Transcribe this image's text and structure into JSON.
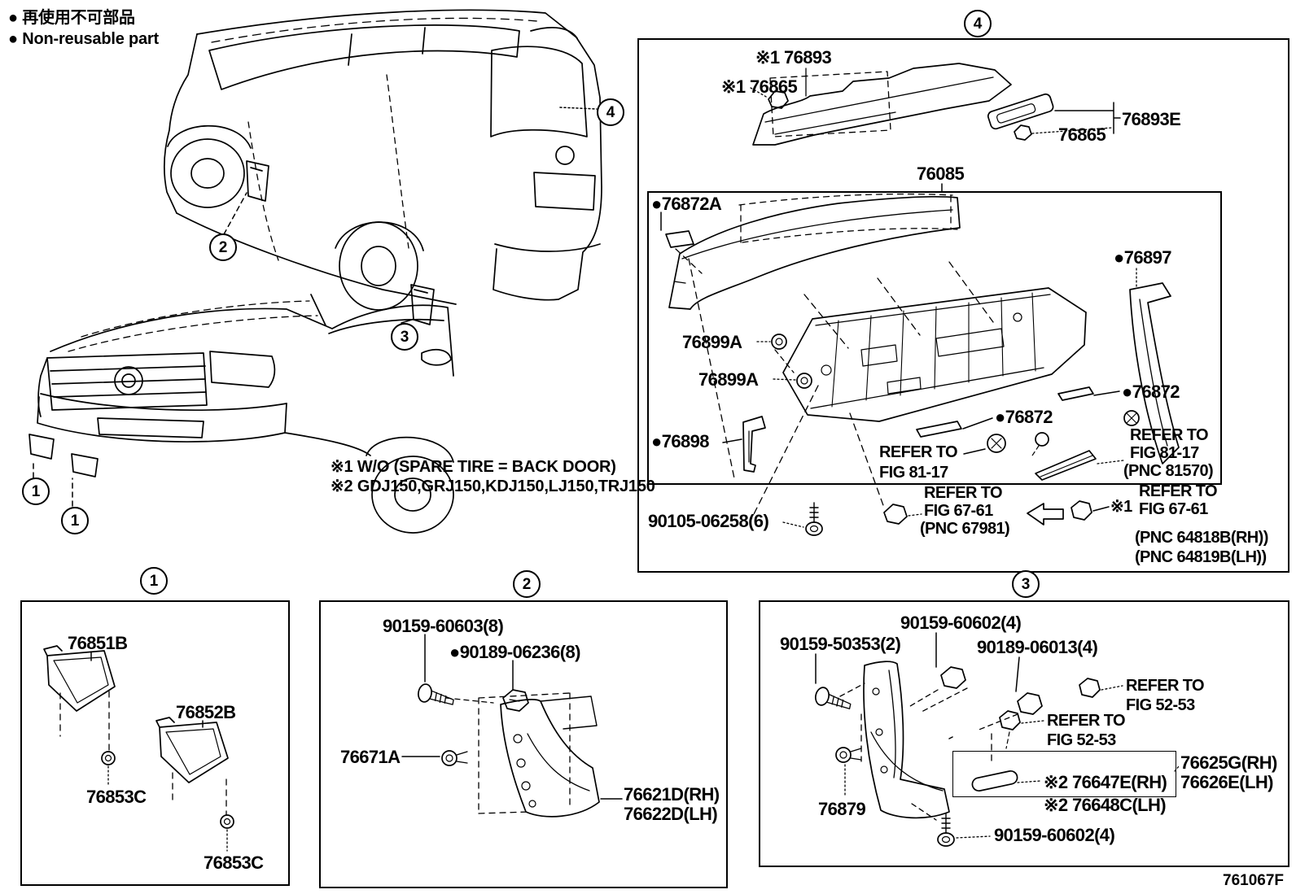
{
  "colors": {
    "line": "#000000",
    "background": "#ffffff"
  },
  "icons": {
    "left_arrow": "⇦",
    "non_reusable_dot": "●",
    "reference_mark": "※"
  },
  "legend": {
    "jp": "● 再使用不可部品",
    "en": "● Non-reusable part"
  },
  "notes": {
    "note1": "※1 W/O (SPARE TIRE = BACK DOOR)",
    "note2": "※2 GDJ150,GRJ150,KDJ150,LJ150,TRJ150"
  },
  "callouts": {
    "one": "1",
    "two": "2",
    "three": "3",
    "four": "4"
  },
  "doc_number": "761067F",
  "box4": {
    "labels": {
      "p76893": "※1 76893",
      "p76865_top": "※1 76865",
      "p76893E": "76893E",
      "p76865_right": "76865",
      "p76085": "76085",
      "p76872A": "●76872A",
      "p76897": "●76897",
      "p76899A_1": "76899A",
      "p76899A_2": "76899A",
      "p76872_right": "●76872",
      "p76872_mid": "●76872",
      "p76898": "●76898",
      "refer_81_17_left_1": "REFER TO",
      "refer_81_17_left_2": "FIG 81-17",
      "refer_81_17_right_1": "REFER TO",
      "refer_81_17_right_2": "FIG 81-17",
      "refer_81_17_right_3": "(PNC 81570)",
      "p90105": "90105-06258(6)",
      "refer_67_61_mid_1": "REFER TO",
      "refer_67_61_mid_2": "FIG 67-61",
      "refer_67_61_mid_3": "(PNC 67981)",
      "star1": "※1",
      "refer_67_61_right_1": "REFER TO",
      "refer_67_61_right_2": "FIG 67-61",
      "refer_67_61_right_3": "(PNC 64818B(RH))",
      "refer_67_61_right_4": "(PNC 64819B(LH))"
    }
  },
  "box1": {
    "labels": {
      "p76851B": "76851B",
      "p76852B": "76852B",
      "p76853C_1": "76853C",
      "p76853C_2": "76853C"
    }
  },
  "box2": {
    "labels": {
      "p90159_60603": "90159-60603(8)",
      "p90189_06236": "●90189-06236(8)",
      "p76671A": "76671A",
      "p76621D": "76621D(RH)",
      "p76622D": "76622D(LH)"
    }
  },
  "box3": {
    "labels": {
      "p90159_60602_top": "90159-60602(4)",
      "p90159_50353": "90159-50353(2)",
      "p90189_06013": "90189-06013(4)",
      "refer_52_53_right_1": "REFER TO",
      "refer_52_53_right_2": "FIG 52-53",
      "refer_52_53_mid_1": "REFER TO",
      "refer_52_53_mid_2": "FIG 52-53",
      "p76625G": "76625G(RH)",
      "p76626E": "76626E(LH)",
      "p76647E": "※2 76647E(RH)",
      "p76648C": "※2 76648C(LH)",
      "p76879": "76879",
      "p90159_60602_bottom": "90159-60602(4)"
    }
  }
}
